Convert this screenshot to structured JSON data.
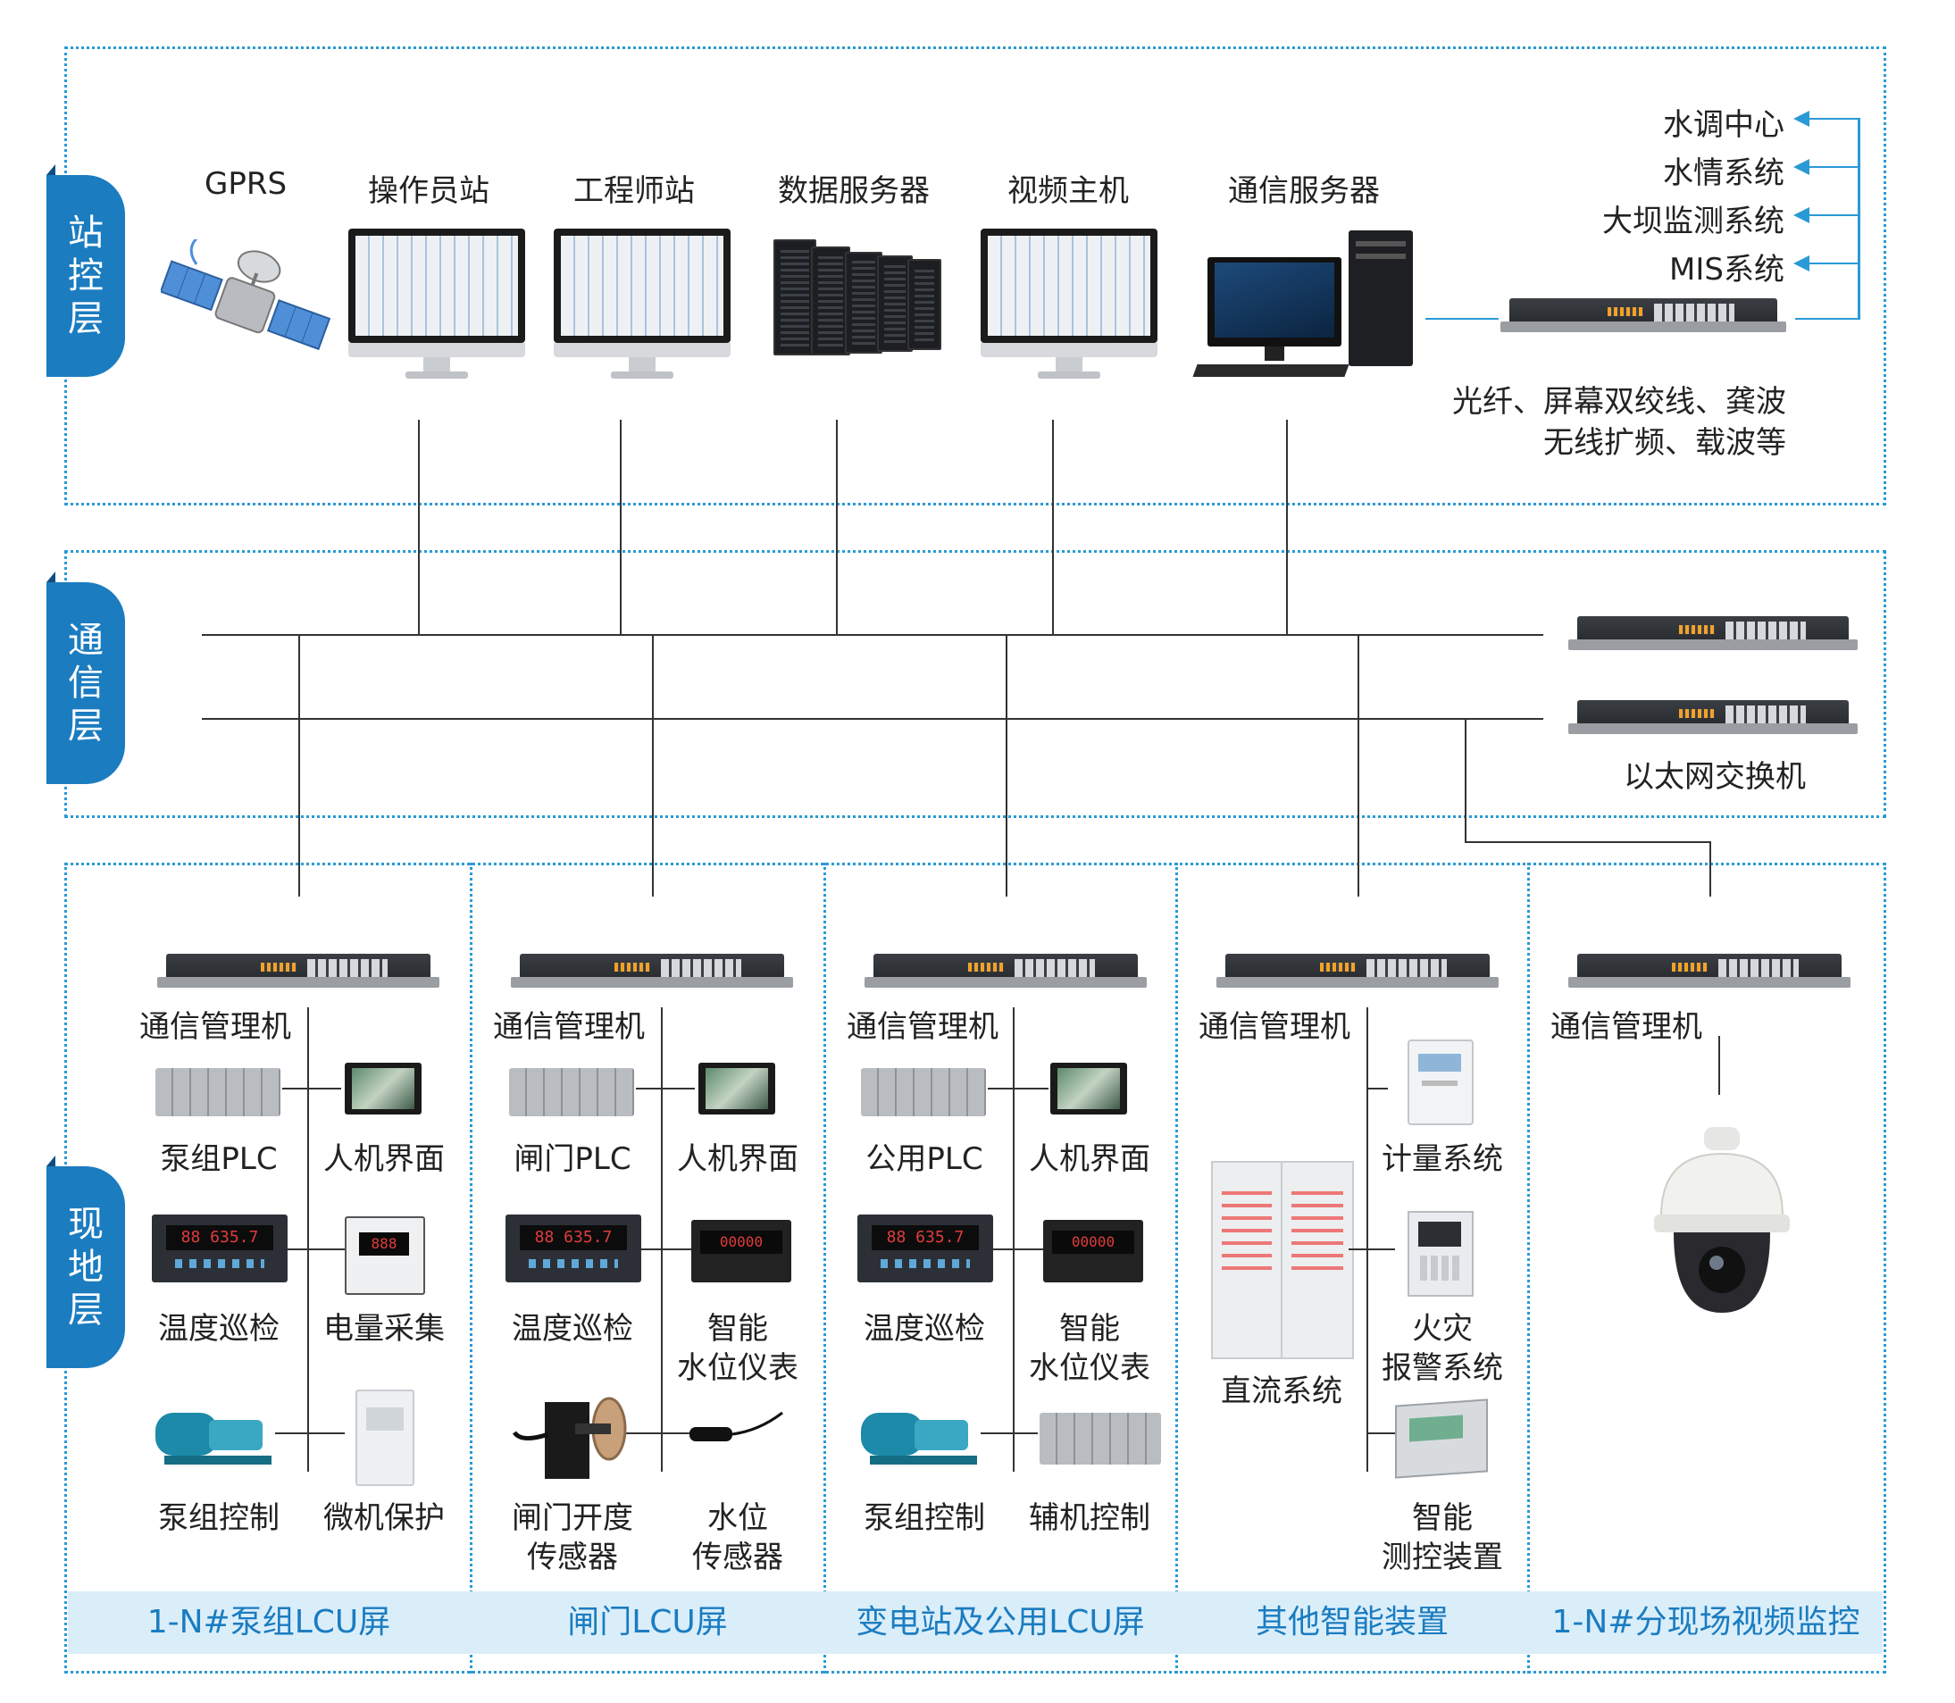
{
  "layers": {
    "station": "站控层",
    "communication": "通信层",
    "field": "现地层"
  },
  "station": {
    "devices": [
      "GPRS",
      "操作员站",
      "工程师站",
      "数据服务器",
      "视频主机",
      "通信服务器"
    ],
    "external_systems": [
      "水调中心",
      "水情系统",
      "大坝监测系统",
      "MIS系统"
    ],
    "transmission_line1": "光纤、屏幕双绞线、龚波",
    "transmission_line2": "无线扩频、载波等"
  },
  "communication": {
    "switch_label": "以太网交换机"
  },
  "field": {
    "columns": [
      {
        "title": "1-N#泵组LCU屏",
        "manager": "通信管理机",
        "items": [
          {
            "label": "泵组PLC",
            "icon": "plc-icon"
          },
          {
            "label": "人机界面",
            "icon": "hmi-panel-icon"
          },
          {
            "label": "温度巡检",
            "icon": "temperature-meter-icon"
          },
          {
            "label": "电量采集",
            "icon": "power-meter-icon"
          },
          {
            "label": "泵组控制",
            "icon": "pump-icon"
          },
          {
            "label": "微机保护",
            "icon": "protection-relay-icon"
          }
        ]
      },
      {
        "title": "闸门LCU屏",
        "manager": "通信管理机",
        "items": [
          {
            "label": "闸门PLC",
            "icon": "plc-icon"
          },
          {
            "label": "人机界面",
            "icon": "hmi-panel-icon"
          },
          {
            "label": "温度巡检",
            "icon": "temperature-meter-icon"
          },
          {
            "label": "智能\n水位仪表",
            "label1": "智能",
            "label2": "水位仪表",
            "icon": "water-level-meter-icon"
          },
          {
            "label1": "闸门开度",
            "label2": "传感器",
            "icon": "gate-sensor-icon"
          },
          {
            "label1": "水位",
            "label2": "传感器",
            "icon": "water-level-sensor-icon"
          }
        ]
      },
      {
        "title": "变电站及公用LCU屏",
        "manager": "通信管理机",
        "items": [
          {
            "label": "公用PLC",
            "icon": "plc-icon"
          },
          {
            "label": "人机界面",
            "icon": "hmi-panel-icon"
          },
          {
            "label": "温度巡检",
            "icon": "temperature-meter-icon"
          },
          {
            "label1": "智能",
            "label2": "水位仪表",
            "icon": "water-level-meter-icon"
          },
          {
            "label": "泵组控制",
            "icon": "pump-icon"
          },
          {
            "label": "辅机控制",
            "icon": "plc-icon"
          }
        ]
      },
      {
        "title": "其他智能装置",
        "manager": "通信管理机",
        "items": [
          {
            "label": "计量系统",
            "icon": "energy-meter-icon"
          },
          {
            "label": "直流系统",
            "icon": "dc-cabinet-icon"
          },
          {
            "label1": "火灾",
            "label2": "报警系统",
            "icon": "fire-alarm-icon"
          },
          {
            "label1": "智能",
            "label2": "测控装置",
            "icon": "smart-control-device-icon"
          }
        ]
      },
      {
        "title": "1-N#分现场视频监控",
        "manager": "通信管理机",
        "items": [
          {
            "label": "",
            "icon": "dome-camera-icon"
          }
        ]
      }
    ],
    "meter_readout": "88 635.7",
    "small_meter_readout": "00000"
  }
}
